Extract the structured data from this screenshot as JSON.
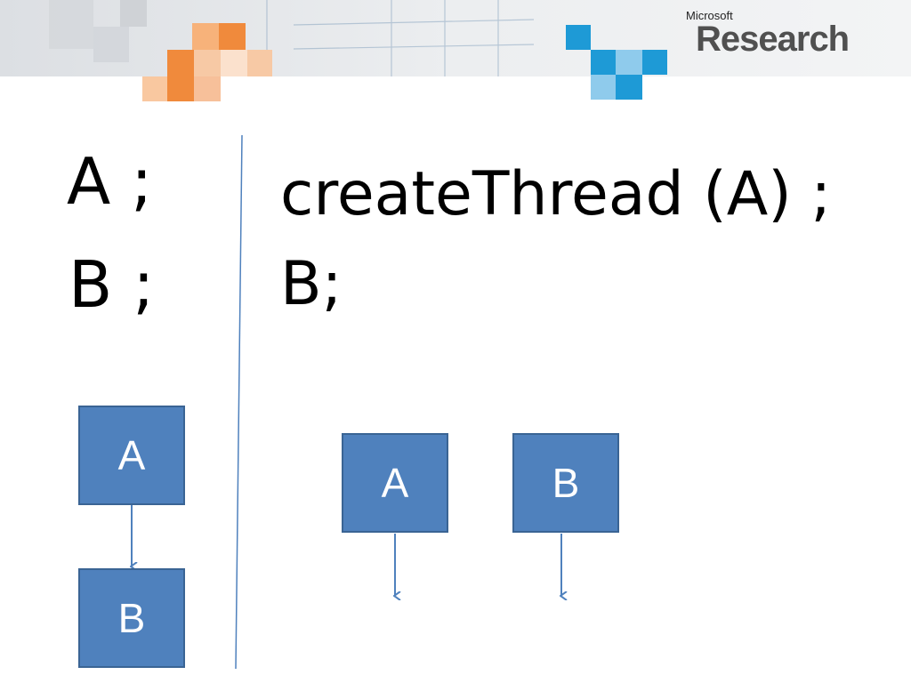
{
  "header": {
    "brand_small": "Microsoft",
    "brand_large": "Research"
  },
  "sequential": {
    "line1": "A ;",
    "line2": "B ;",
    "node_a": "A",
    "node_b": "B"
  },
  "concurrent": {
    "line1": "createThread (A) ;",
    "line2": "B;",
    "node_a": "A",
    "node_b": "B"
  },
  "colors": {
    "node_fill": "#4f81bd",
    "node_border": "#3a6494",
    "accent_orange": "#f08a3c",
    "accent_blue": "#1e9ad6"
  }
}
